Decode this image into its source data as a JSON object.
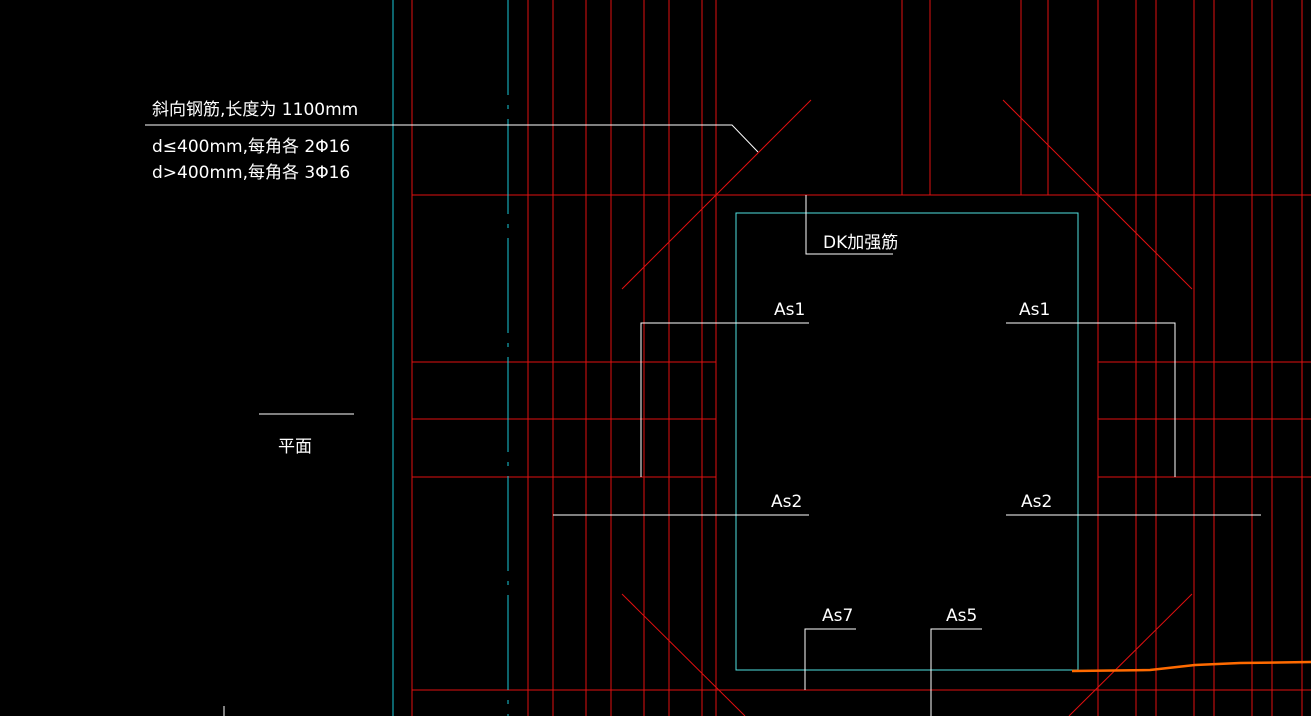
{
  "colors": {
    "background": "#000000",
    "rebar": "#e01010",
    "axis": "#18c8d8",
    "annotation": "#ffffff",
    "opening": "#50e0e0",
    "highlight": "#ff6a00"
  },
  "notes": {
    "diagonal_title": "斜向钢筋,长度为 1100mm",
    "rule_small": "d≤400mm,每角各 2Φ16",
    "rule_large": "d>400mm,每角各 3Φ16",
    "plan_label": "平面"
  },
  "labels": {
    "dk": "DK加强筋",
    "as1_left": "As1",
    "as1_right": "As1",
    "as2_left": "As2",
    "as2_right": "As2",
    "as7": "As7",
    "as5": "As5"
  }
}
